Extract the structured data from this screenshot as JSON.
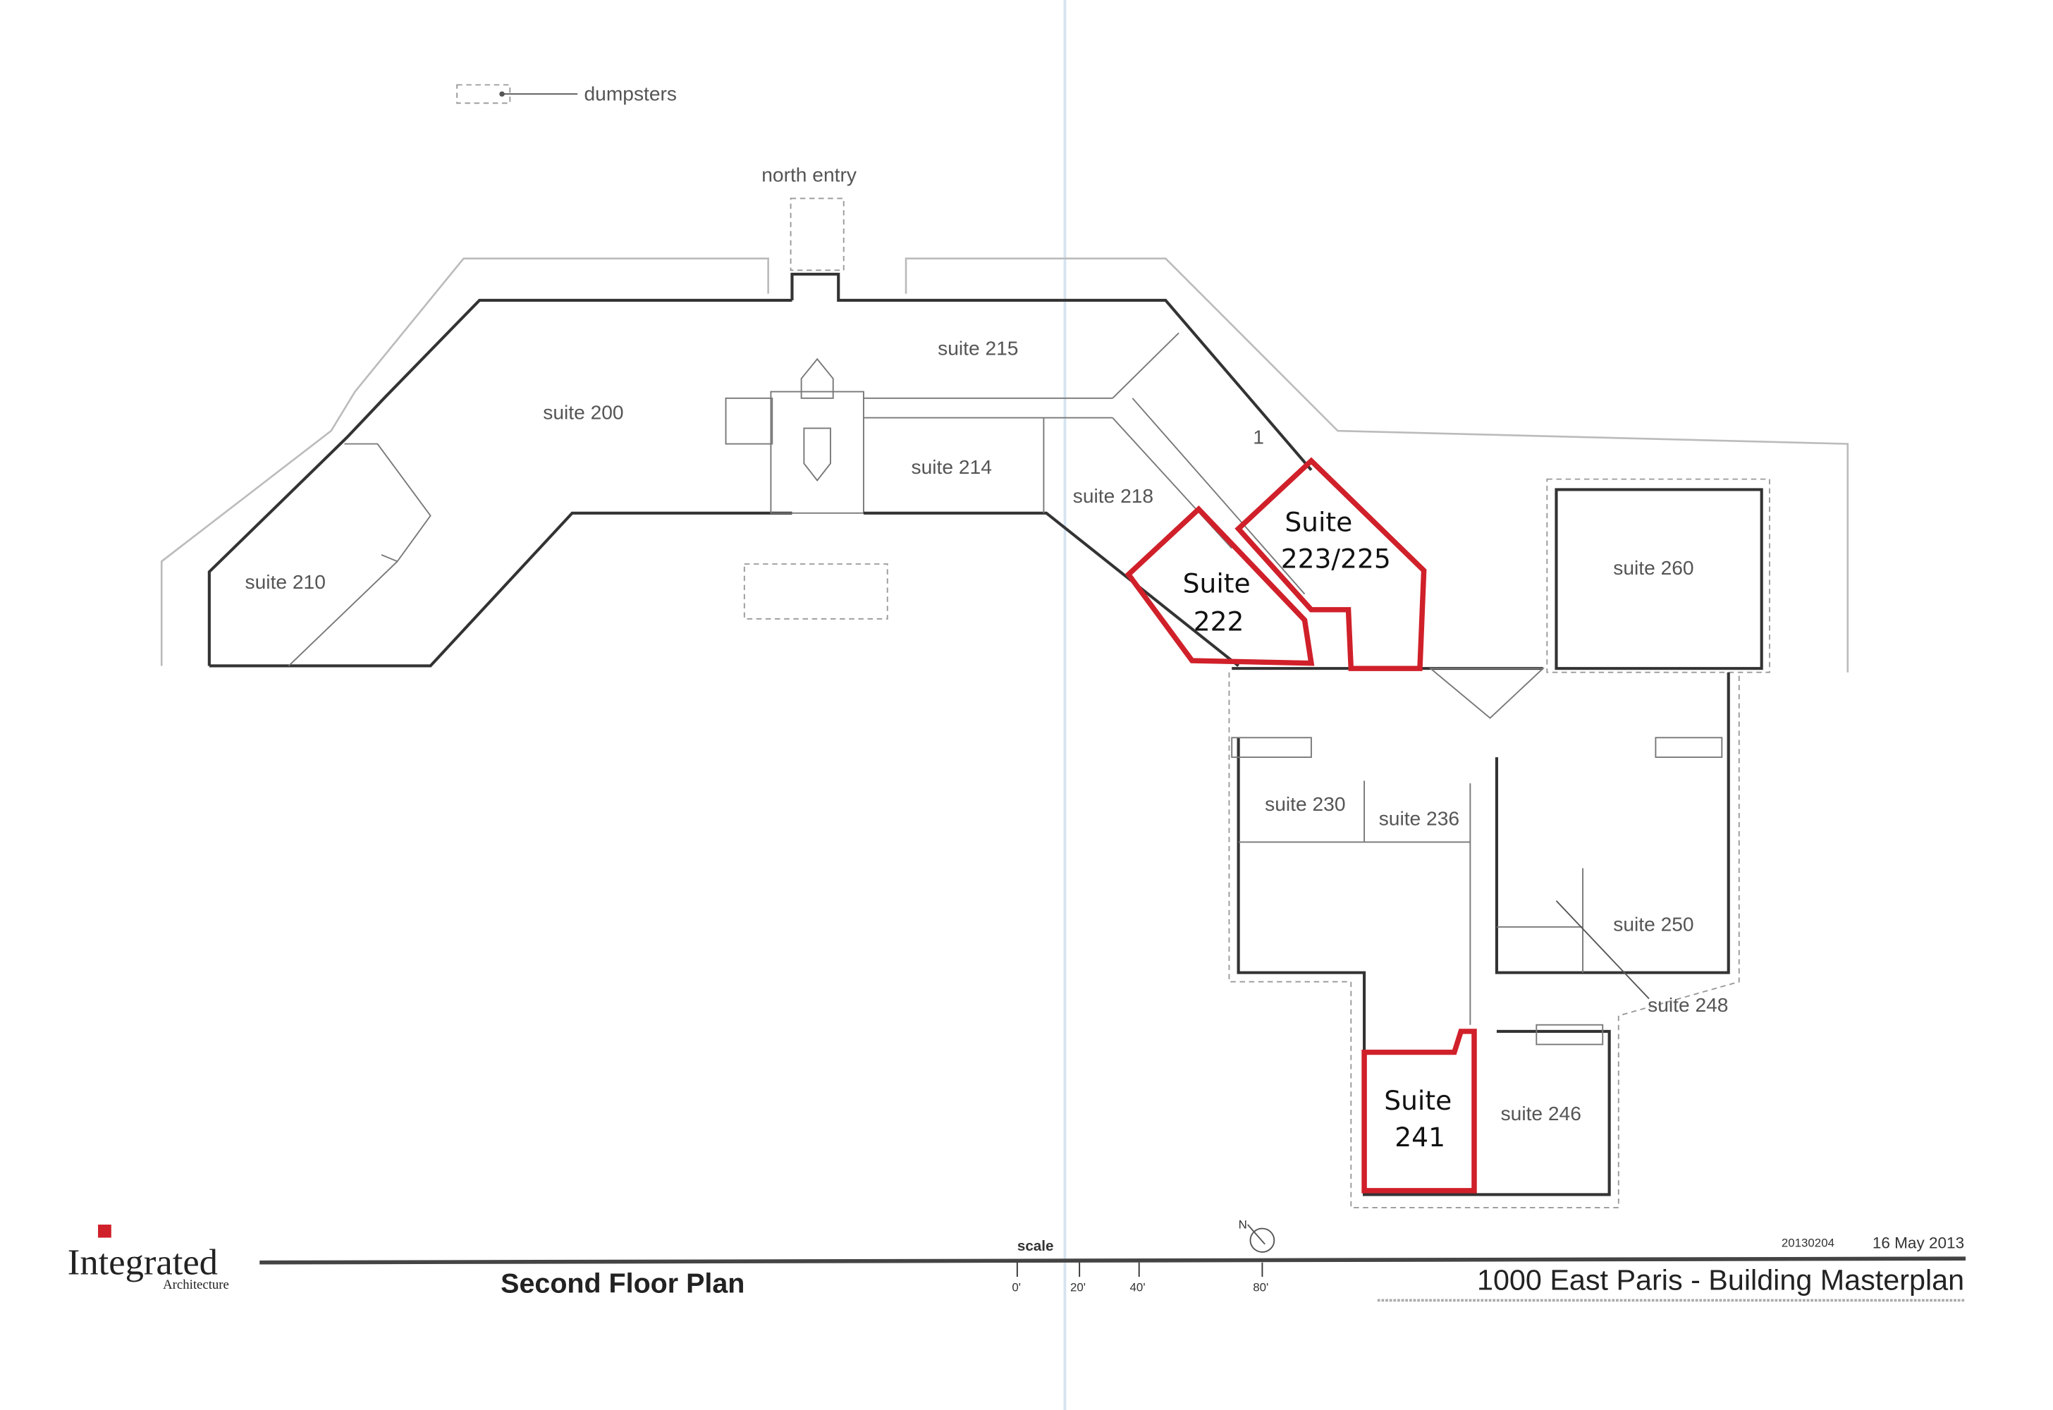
{
  "plan": {
    "north_entry": "north entry",
    "dumpsters": "dumpsters",
    "unit_marker": "1",
    "suites": {
      "s200": "suite 200",
      "s210": "suite 210",
      "s214": "suite 214",
      "s215": "suite 215",
      "s218": "suite 218",
      "s230": "suite 230",
      "s236": "suite 236",
      "s246": "suite 246",
      "s248": "suite 248",
      "s250": "suite 250",
      "s260": "suite 260"
    },
    "highlighted": {
      "s222": [
        "Suite",
        "222"
      ],
      "s223": [
        "Suite",
        "223/225"
      ],
      "s241": [
        "Suite",
        "241"
      ]
    },
    "highlight_color": "#d0202a"
  },
  "title_block": {
    "logo_name": "Integrated",
    "logo_sub": "Architecture",
    "sheet_title": "Second Floor Plan",
    "scale_label": "scale",
    "scale_ticks": [
      "0'",
      "20'",
      "40'",
      "80'"
    ],
    "north_label": "N",
    "project_no": "20130204",
    "date": "16 May 2013",
    "project_title": "1000 East Paris - Building Masterplan"
  }
}
